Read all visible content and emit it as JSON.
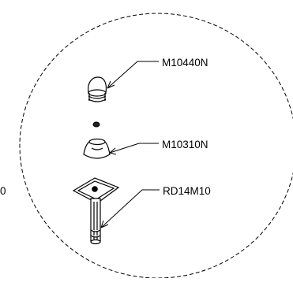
{
  "diagram": {
    "parts": [
      {
        "id": "cap",
        "label": "M10440N"
      },
      {
        "id": "nut",
        "label": "M10310N"
      },
      {
        "id": "bolt",
        "label": "RD14M10"
      }
    ],
    "edge_fragment": "0"
  },
  "colors": {
    "line": "#000000",
    "background": "#ffffff"
  }
}
